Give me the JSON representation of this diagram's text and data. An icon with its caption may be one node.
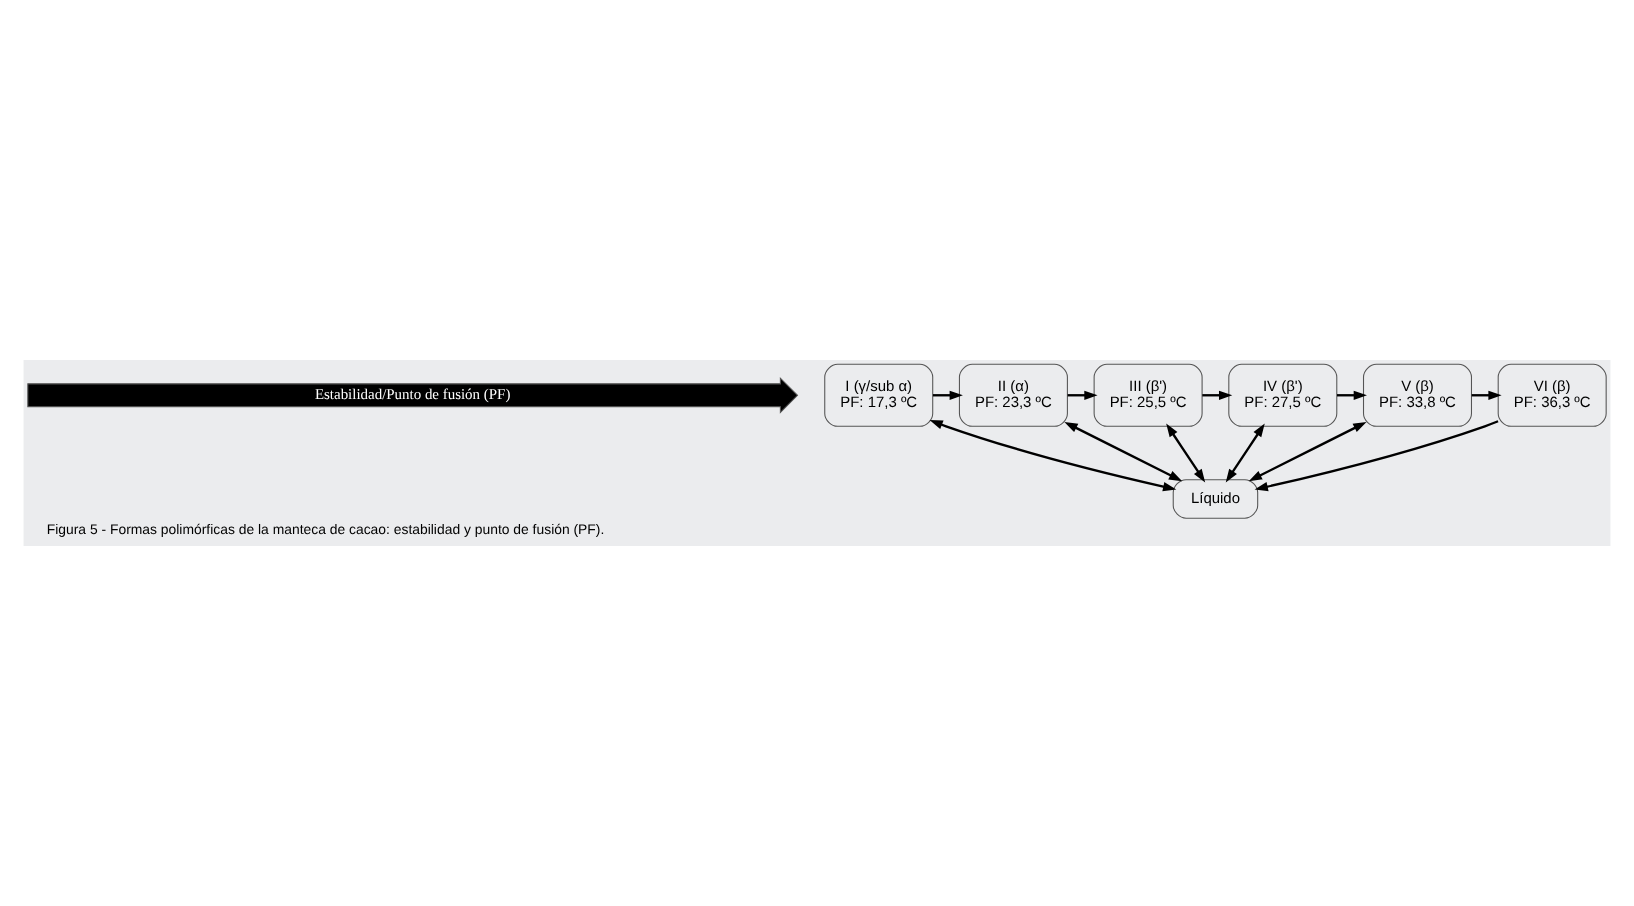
{
  "diagram": {
    "caption": "Figura 5 - Formas polimórficas de la manteca de cacao: estabilidad y punto de fusión (PF).",
    "nodes": [
      {
        "text": [
          "Estabilidad/Punto de fusión (PF)"
        ]
      },
      {
        "text": [
          "I (γ/sub α)",
          "PF: 17,3 ºC"
        ]
      },
      {
        "text": [
          "II (α)",
          "PF: 23,3 ºC"
        ]
      },
      {
        "text": [
          "III (β')",
          "PF: 25,5 ºC"
        ]
      },
      {
        "text": [
          "IV (β')",
          "PF: 27,5 ºC"
        ]
      },
      {
        "text": [
          "V (β)",
          "PF: 33,8 ºC"
        ]
      },
      {
        "text": [
          "VI (β)",
          "PF: 36,3 ºC"
        ]
      },
      {
        "text": [
          "Líquido"
        ]
      }
    ],
    "edges": [
      {
        "from": 1,
        "to": 2,
        "arrow": "to"
      },
      {
        "from": 2,
        "to": 3,
        "arrow": "to"
      },
      {
        "from": 3,
        "to": 4,
        "arrow": "to"
      },
      {
        "from": 4,
        "to": 5,
        "arrow": "to"
      },
      {
        "from": 5,
        "to": 6,
        "arrow": "to"
      },
      {
        "from": 1,
        "to": 7,
        "arrow": "both"
      },
      {
        "from": 2,
        "to": 7,
        "arrow": "both"
      },
      {
        "from": 3,
        "to": 7,
        "arrow": "both"
      },
      {
        "from": 4,
        "to": 7,
        "arrow": "both"
      },
      {
        "from": 5,
        "to": 7,
        "arrow": "both"
      },
      {
        "from": 6,
        "to": 7,
        "arrow": "to"
      }
    ]
  }
}
